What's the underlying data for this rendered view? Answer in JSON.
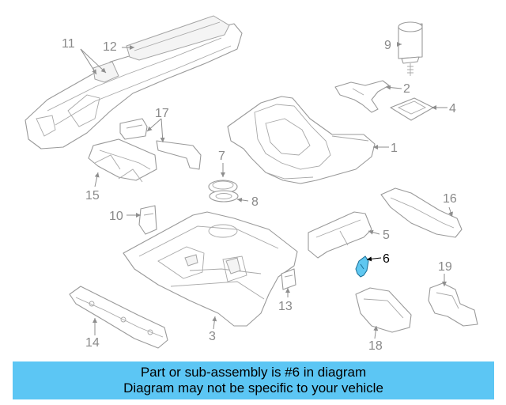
{
  "diagram": {
    "callouts": [
      "1",
      "2",
      "3",
      "4",
      "5",
      "6",
      "7",
      "8",
      "9",
      "10",
      "11",
      "12",
      "13",
      "14",
      "15",
      "16",
      "17",
      "18",
      "19"
    ],
    "highlighted_part": "6",
    "highlight_color": "#5fc7f0"
  },
  "banner": {
    "line1": "Part or sub-assembly is #6 in diagram",
    "line2": "Diagram may not be specific to your vehicle",
    "background": "#5cc6f4"
  }
}
